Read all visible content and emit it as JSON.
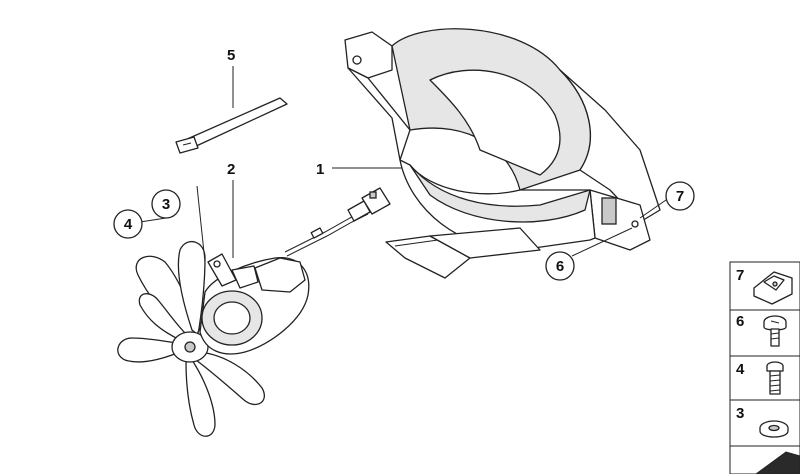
{
  "callouts": {
    "c1": "1",
    "c2": "2",
    "c3": "3",
    "c4": "4",
    "c5": "5",
    "c6": "6",
    "c7": "7"
  },
  "legend": {
    "items": [
      {
        "num": "7",
        "icon": "clip-nut-icon"
      },
      {
        "num": "6",
        "icon": "short-screw-icon"
      },
      {
        "num": "4",
        "icon": "long-screw-icon"
      },
      {
        "num": "3",
        "icon": "washer-icon"
      },
      {
        "num": "",
        "icon": "wedge-icon"
      }
    ]
  }
}
